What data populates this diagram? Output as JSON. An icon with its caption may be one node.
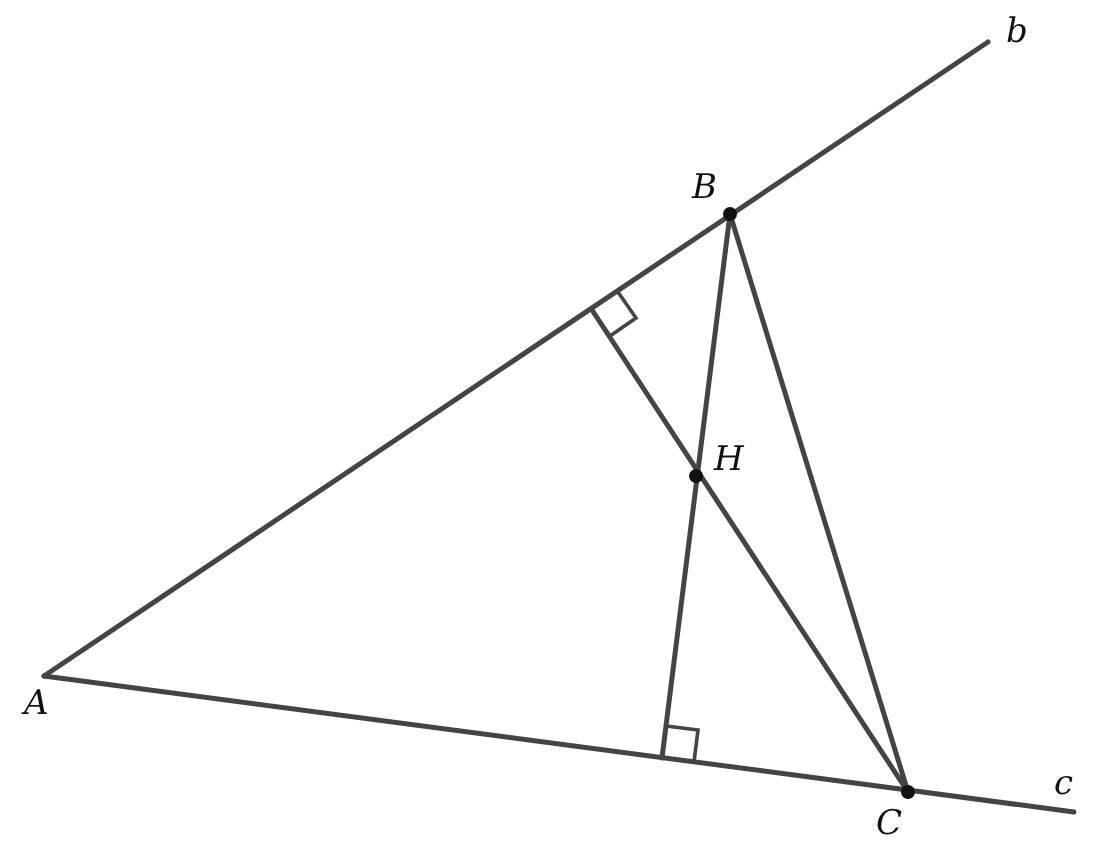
{
  "diagram": {
    "labels": [
      "b",
      "B",
      "H",
      "A",
      "C",
      "c"
    ]
  }
}
